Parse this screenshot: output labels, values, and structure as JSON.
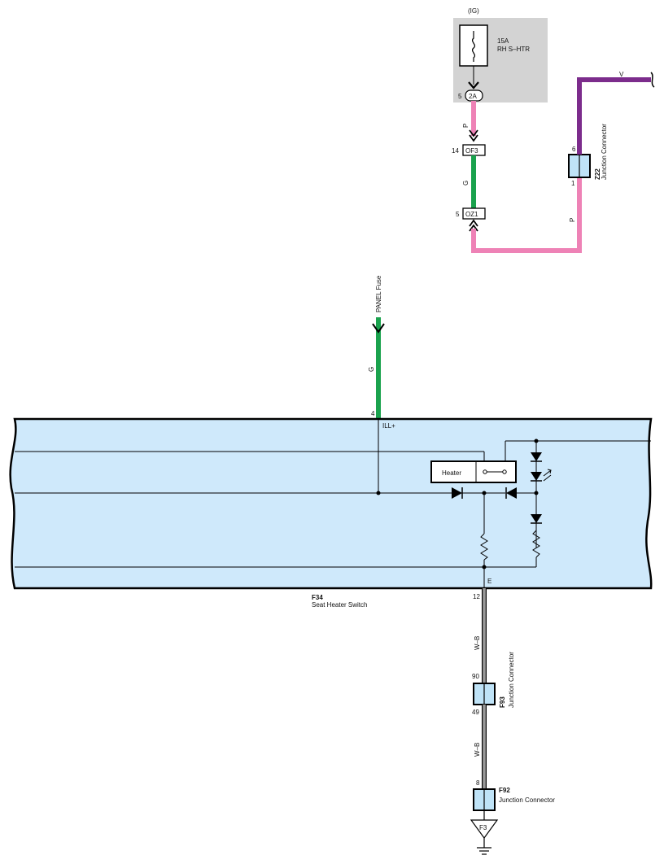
{
  "colors": {
    "wire_pink": "#ee82b6",
    "wire_green": "#1aa24d",
    "wire_violet": "#7c2c8c",
    "fuse_box": "#d3d3d3",
    "switch_body": "#cfe9fb",
    "connector_fill": "#bfe3f7",
    "line": "#000000"
  },
  "icons": [
    "fuse-icon",
    "diode-icon",
    "led-icon",
    "resistor-icon",
    "ground-icon",
    "switch-contact-icon"
  ],
  "fuse_block": {
    "source": "(IG)",
    "fuse_rating": "15A",
    "fuse_name": "RH S–HTR",
    "pin": "5",
    "connector": "2A"
  },
  "wires": {
    "p_top": "P",
    "g_mid": "G",
    "p_right": "P",
    "v_top": "V",
    "g_panel": "G",
    "wb_upper": "W–B",
    "wb_lower": "W–B"
  },
  "connectors": {
    "of3": {
      "pin": "14",
      "name": "OF3"
    },
    "oz1": {
      "pin": "5",
      "name": "OZ1"
    },
    "z22": {
      "pin_top": "6",
      "pin_bottom": "1",
      "name": "Z22",
      "desc": "Junction Connector"
    },
    "f93": {
      "pin_top": "90",
      "pin_bottom": "49",
      "name": "F93",
      "desc": "Junction Connector"
    },
    "f92": {
      "pin": "8",
      "name": "F92",
      "desc": "Junction Connector"
    }
  },
  "panel_fuse": {
    "label": "PANEL Fuse"
  },
  "switch": {
    "pin_ill": "4",
    "ill_label": "ILL+",
    "heater_label": "Heater",
    "ground_label": "E",
    "ground_pin": "12",
    "name": "F34",
    "desc": "Seat Heater Switch"
  },
  "ground": {
    "label": "F3"
  }
}
